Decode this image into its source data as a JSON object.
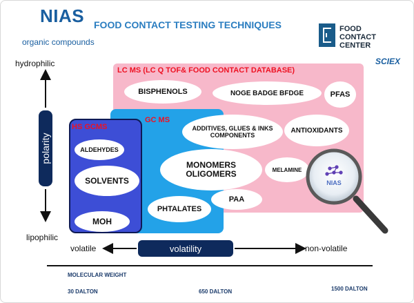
{
  "header": {
    "title_short": "NIAS",
    "title_main": "FOOD CONTACT TESTING TECHNIQUES",
    "subtitle": "organic compounds"
  },
  "logo": {
    "brand_text": "FOOD CONTACT CENTER",
    "partner_text": "SCIEX"
  },
  "axes": {
    "vertical_top": "hydrophilic",
    "vertical_bottom": "lipophilic",
    "vertical_name": "polarity",
    "horizontal_left": "volatile",
    "horizontal_right": "non-volatile",
    "horizontal_name": "volatility"
  },
  "regions": {
    "lcms": "LC MS (LC Q TOF& FOOD CONTACT DATABASE)",
    "gcms": "GC MS",
    "hsgcms": "HS GCMS"
  },
  "compounds": {
    "bisphenols": "BISPHENOLS",
    "noge": "NOGE BADGE BFDGE",
    "pfas": "PFAS",
    "additives": "ADDITIVES, GLUES & INKS COMPONENTS",
    "antioxidants": "ANTIOXIDANTS",
    "aldehydes": "ALDEHYDES",
    "solvents": "SOLVENTS",
    "monomers": "MONOMERS OLIGOMERS",
    "melamine": "MELAMINE",
    "phtalates": "PHTALATES",
    "paa": "PAA",
    "moh": "MOH"
  },
  "magnifier_label": "NIAS",
  "molecular_weight": {
    "title": "MOLECULAR WEIGHT",
    "low": "30 DALTON",
    "mid": "650 DALTON",
    "high": "1500 DALTON"
  },
  "colors": {
    "lcms": "#f7b8ca",
    "gcms": "#23a2e8",
    "hsgcms": "#3d4ed6",
    "navy": "#0e2a5c",
    "label_red": "#ee1122"
  }
}
